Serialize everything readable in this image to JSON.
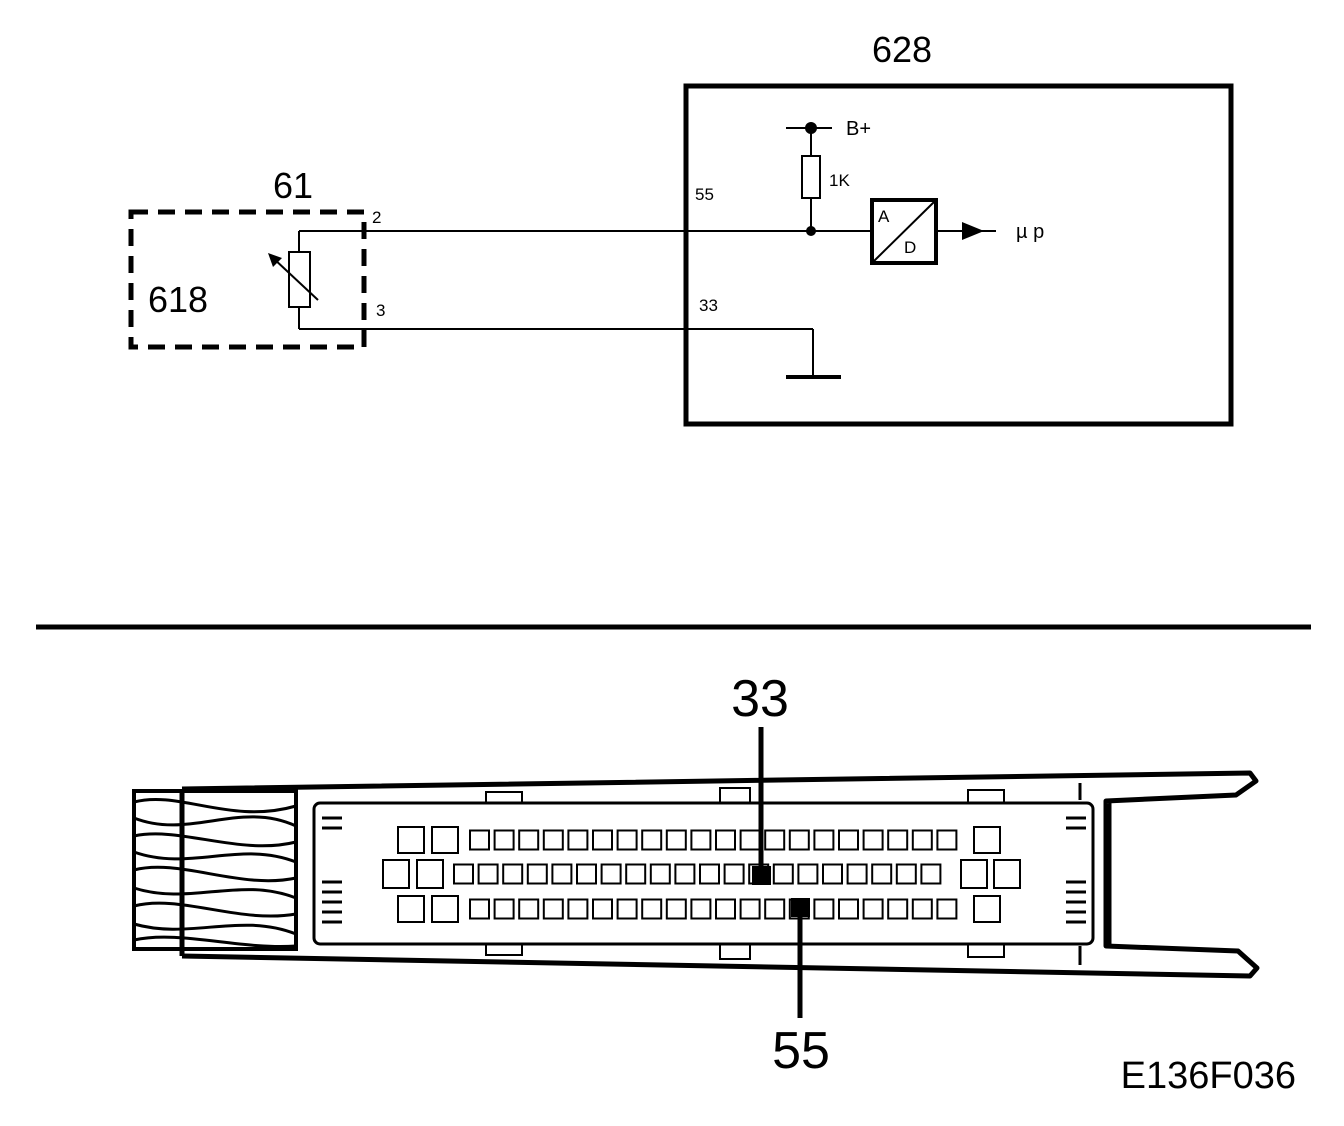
{
  "schematic": {
    "ecu": {
      "label": "628",
      "pin_signal": "55",
      "pin_ground": "33",
      "supply": "B+",
      "resistor": "1K",
      "adc_top": "A",
      "adc_bottom": "D",
      "output": "µ p"
    },
    "sensor": {
      "connector_label": "61",
      "component_label": "618",
      "pin_signal": "2",
      "pin_ground": "3"
    }
  },
  "connector": {
    "callout_top": "33",
    "callout_bottom": "55",
    "rows": [
      {
        "left_big": 2,
        "small": 20,
        "right_big": 1
      },
      {
        "left_big": 2,
        "small": 20,
        "right_big": 2
      },
      {
        "left_big": 2,
        "small": 20,
        "right_big": 1
      }
    ]
  },
  "figure_code": "E136F036"
}
